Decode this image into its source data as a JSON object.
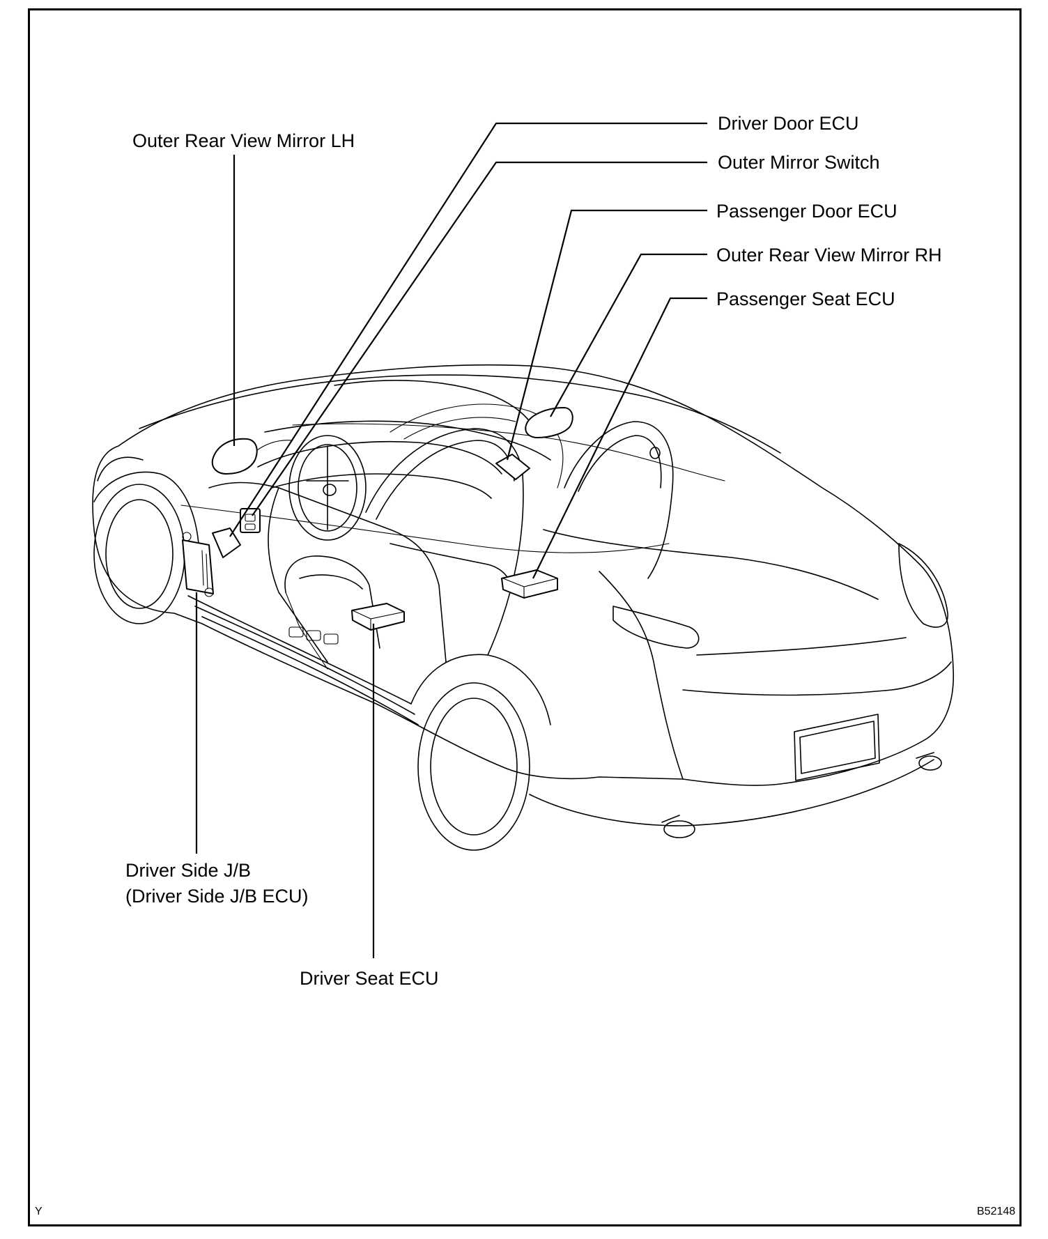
{
  "labels": {
    "outer_rear_view_mirror_lh": "Outer Rear View Mirror LH",
    "driver_door_ecu": "Driver Door ECU",
    "outer_mirror_switch": "Outer Mirror Switch",
    "passenger_door_ecu": "Passenger Door ECU",
    "outer_rear_view_mirror_rh": "Outer Rear View Mirror RH",
    "passenger_seat_ecu": "Passenger Seat ECU",
    "driver_side_jb_line1": "Driver Side J/B",
    "driver_side_jb_line2": "(Driver Side J/B ECU)",
    "driver_seat_ecu": "Driver Seat ECU"
  },
  "corner": {
    "left": "Y",
    "right": "B52148"
  }
}
